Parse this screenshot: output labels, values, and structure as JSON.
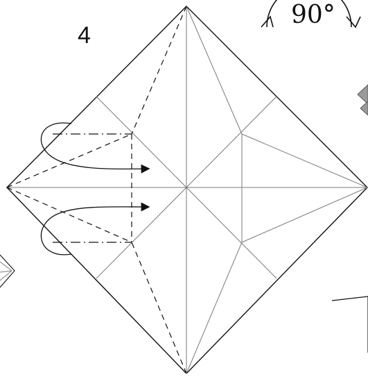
{
  "diagram": {
    "step_number": "4",
    "rotation_label": "90°",
    "colors": {
      "line": "#111111",
      "crease": "#7a7a7a",
      "valley_fold": "#111111",
      "mountain_fold": "#111111",
      "neighbor_gray": "#9a9a9a"
    },
    "icons": [
      "rotate-90-icon",
      "valley-fold-line",
      "mountain-fold-line",
      "fold-arrow-icon"
    ]
  }
}
